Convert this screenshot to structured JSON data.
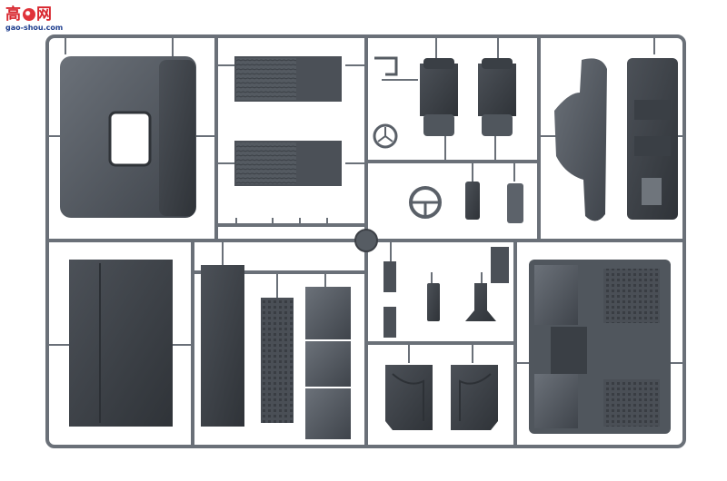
{
  "watermark": {
    "site_name": "高手网",
    "char_left": "高",
    "char_right": "网",
    "url": "gao-shou.com"
  },
  "photo": {
    "subject": "plastic model kit sprue frame with truck cab interior parts",
    "colors": {
      "background": "#ffffff",
      "plastic": "#5a6068",
      "plastic_dark": "#3b4047",
      "plastic_light": "#7a8088",
      "sprue": "#6a7078"
    }
  }
}
